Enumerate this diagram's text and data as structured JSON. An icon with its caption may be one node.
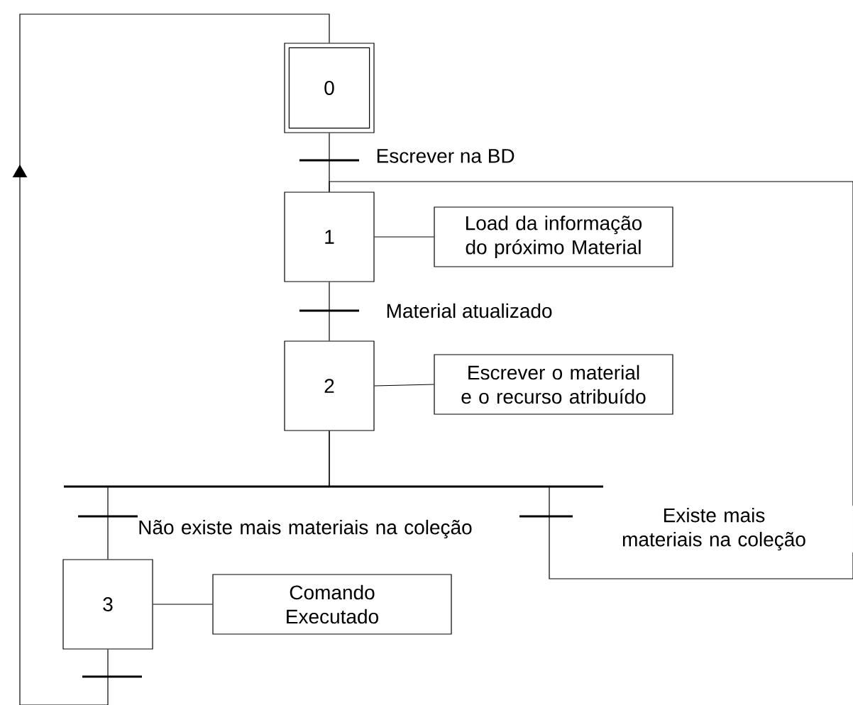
{
  "diagram": {
    "nodes": [
      {
        "text": [
          "0"
        ]
      },
      {
        "text": [
          "1"
        ]
      },
      {
        "text": [
          "Load da informação do próximo Material"
        ]
      },
      {
        "text": [
          "2"
        ]
      },
      {
        "text": [
          "Escrever o material e o recurso atribuído"
        ]
      },
      {
        "text": [
          "3"
        ]
      },
      {
        "text": [
          "Comando Executado"
        ]
      }
    ],
    "edges": [
      {
        "from": 0,
        "to": 1,
        "arrow": "none",
        "label": "Escrever na BD"
      },
      {
        "from": 1,
        "to": 3,
        "arrow": "none",
        "label": "Material atualizado"
      },
      {
        "from": 3,
        "to": 5,
        "arrow": "none",
        "label": "Não existe mais materiais na coleção"
      },
      {
        "from": 3,
        "to": 1,
        "arrow": "none",
        "label": "Existe mais materiais na coleção"
      },
      {
        "from": 5,
        "to": 0,
        "arrow": "to"
      },
      {
        "from": 1,
        "to": 2,
        "arrow": "none"
      },
      {
        "from": 3,
        "to": 4,
        "arrow": "none"
      },
      {
        "from": 5,
        "to": 6,
        "arrow": "none"
      }
    ]
  }
}
